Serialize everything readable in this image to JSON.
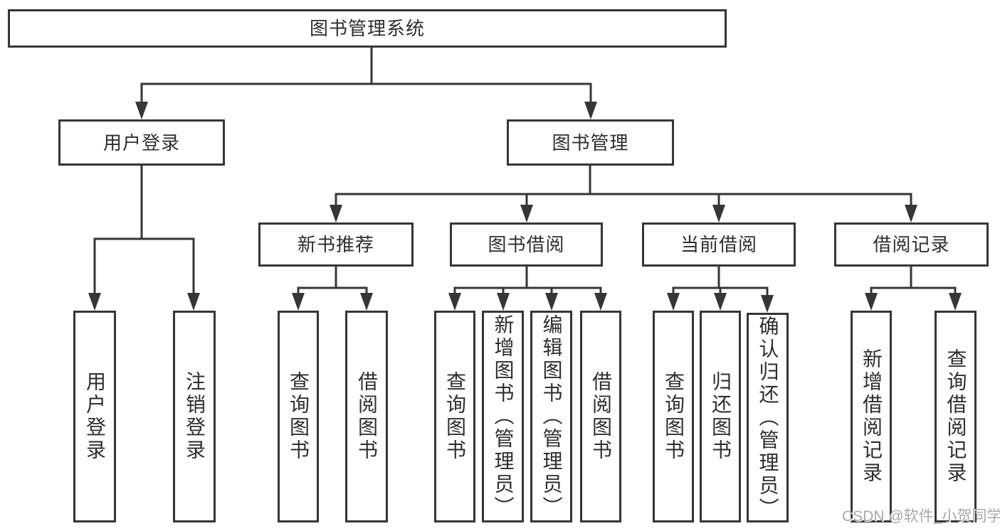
{
  "colors": {
    "line": "#363636",
    "box_border": "#363636",
    "text": "#2e2e2e",
    "watermark": "#a8a8a8",
    "background": "#ffffff"
  },
  "tree": {
    "root": {
      "label": "图书管理系统"
    },
    "children": [
      {
        "label": "用户登录",
        "children": [
          {
            "label": "用户登录"
          },
          {
            "label": "注销登录"
          }
        ]
      },
      {
        "label": "图书管理",
        "children": [
          {
            "label": "新书推荐",
            "children": [
              {
                "label": "查询图书"
              },
              {
                "label": "借阅图书"
              }
            ]
          },
          {
            "label": "图书借阅",
            "children": [
              {
                "label": "查询图书"
              },
              {
                "label": "新增图书（管理员）"
              },
              {
                "label": "编辑图书（管理员）"
              },
              {
                "label": "借阅图书"
              }
            ]
          },
          {
            "label": "当前借阅",
            "children": [
              {
                "label": "查询图书"
              },
              {
                "label": "归还图书"
              },
              {
                "label": "确认归还（管理员）"
              }
            ]
          },
          {
            "label": "借阅记录",
            "children": [
              {
                "label": "新增借阅记录"
              },
              {
                "label": "查询借阅记录"
              }
            ]
          }
        ]
      }
    ]
  },
  "watermark": {
    "text": "CSDN @软件_小贺同学"
  }
}
